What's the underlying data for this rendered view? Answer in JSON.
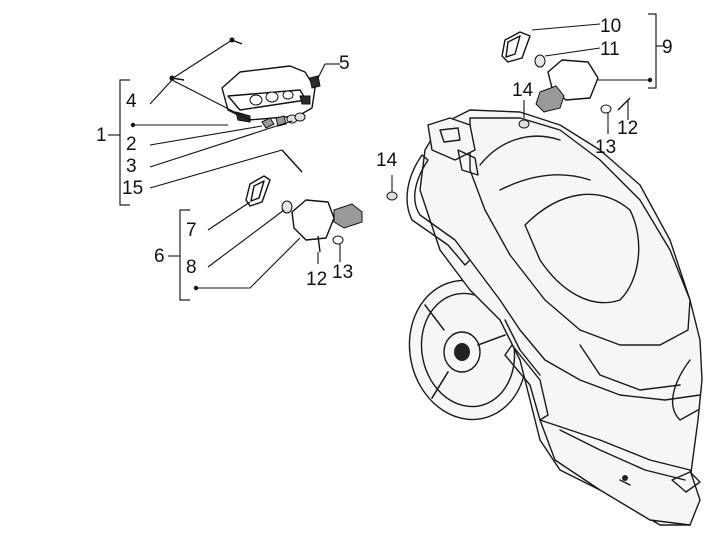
{
  "callouts": {
    "c1": "1",
    "c2": "2",
    "c3": "3",
    "c4": "4",
    "c5": "5",
    "c6": "6",
    "c7": "7",
    "c8": "8",
    "c9": "9",
    "c10": "10",
    "c11": "11",
    "c12a": "12",
    "c12b": "12",
    "c13a": "13",
    "c13b": "13",
    "c14a": "14",
    "c14b": "14",
    "c15": "15"
  }
}
